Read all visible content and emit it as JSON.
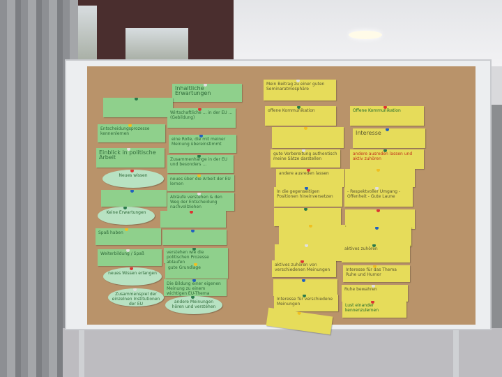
{
  "scene": {
    "paper_color": "#b9936a",
    "green_card_color": "#8fd08c",
    "yellow_card_color": "#e6dc5a"
  },
  "cards": {
    "green": [
      {
        "text": "Inhaltliche Erwartungen",
        "shape": "rect"
      },
      {
        "text": "",
        "shape": "rect"
      },
      {
        "text": "Wirtschaftliche ... in der EU ... (Gebildung)",
        "shape": "rect"
      },
      {
        "text": "Entscheidungsprozesse kennenlernen",
        "shape": "rect"
      },
      {
        "text": "eine Rolle, die mit meiner Meinung übereinstimmt",
        "shape": "rect"
      },
      {
        "text": "Einblick in politische Arbeit",
        "shape": "rect"
      },
      {
        "text": "Zusammenhänge in der EU und besonders ...",
        "shape": "rect"
      },
      {
        "text": "Neues wissen",
        "shape": "ellipse"
      },
      {
        "text": "neues über die Arbeit der EU lernen",
        "shape": "rect"
      },
      {
        "text": "",
        "shape": "rect"
      },
      {
        "text": "Abläufe verstehen & den Weg der Entscheidung nachvollziehen",
        "shape": "rect"
      },
      {
        "text": "Keine Erwartungen",
        "shape": "ellipse"
      },
      {
        "text": "",
        "shape": "rect"
      },
      {
        "text": "Spaß haben",
        "shape": "rect"
      },
      {
        "text": "",
        "shape": "rect"
      },
      {
        "text": "Weiterbildung / Spaß",
        "shape": "rect"
      },
      {
        "text": "verstehen wie die politischen Prozesse ablaufen",
        "shape": "rect"
      },
      {
        "text": "neues Wissen erlangen",
        "shape": "ellipse"
      },
      {
        "text": "gute Grundlage",
        "shape": "rect"
      },
      {
        "text": "Die Bildung einer eigenen Meinung zu einem wichtigen EU-Thema",
        "shape": "rect"
      },
      {
        "text": "Zusammenspiel der einzelnen Institutionen der EU",
        "shape": "ellipse"
      },
      {
        "text": "andere Meinungen hören und verstehen",
        "shape": "ellipse"
      }
    ],
    "yellow": [
      {
        "text": "Mein Beitrag zu einer guten Seminaratmosphäre"
      },
      {
        "text": "offene Kommunikation"
      },
      {
        "text": "Offene Kommunikation"
      },
      {
        "text": ""
      },
      {
        "text": "Interesse"
      },
      {
        "text": "gute Vorbereitung authentisch meine Sätze darstellen"
      },
      {
        "text": "andere ausreden lassen und aktiv zuhören"
      },
      {
        "text": "andere ausreden lassen"
      },
      {
        "text": ""
      },
      {
        "text": "In die gegenseitigen Positionen hineinversetzen"
      },
      {
        "text": "- Respektvoller Umgang - Offenheit - Gute Laune"
      },
      {
        "text": ""
      },
      {
        "text": ""
      },
      {
        "text": ""
      },
      {
        "text": ""
      },
      {
        "text": ""
      },
      {
        "text": "aktives zuhören"
      },
      {
        "text": "aktives zuhören von verschiedenen Meinungen"
      },
      {
        "text": "Interesse für das Thema Ruhe und Humor"
      },
      {
        "text": ""
      },
      {
        "text": "Ruhe bewahren"
      },
      {
        "text": "Interesse für verschiedene Meinungen"
      },
      {
        "text": "Lust einander kennenzulernen"
      },
      {
        "text": ""
      }
    ]
  }
}
